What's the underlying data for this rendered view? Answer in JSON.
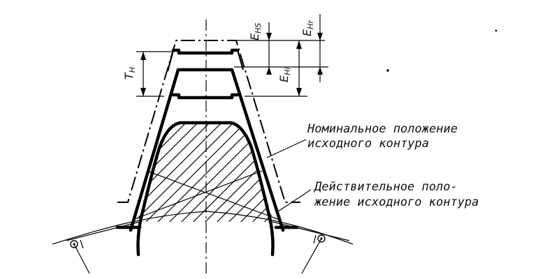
{
  "dimensions": {
    "th": {
      "main": "T",
      "sub": "H"
    },
    "ehs": {
      "main": "E",
      "sub": "HS"
    },
    "ehi": {
      "main": "E",
      "sub": "Hi"
    },
    "ehr": {
      "main": "E",
      "sub": "Hr"
    }
  },
  "captions": {
    "nominal": [
      "Номинальное положение",
      "исходного контура"
    ],
    "actual": [
      "Действительное поло-",
      "жение исходного контура"
    ]
  }
}
